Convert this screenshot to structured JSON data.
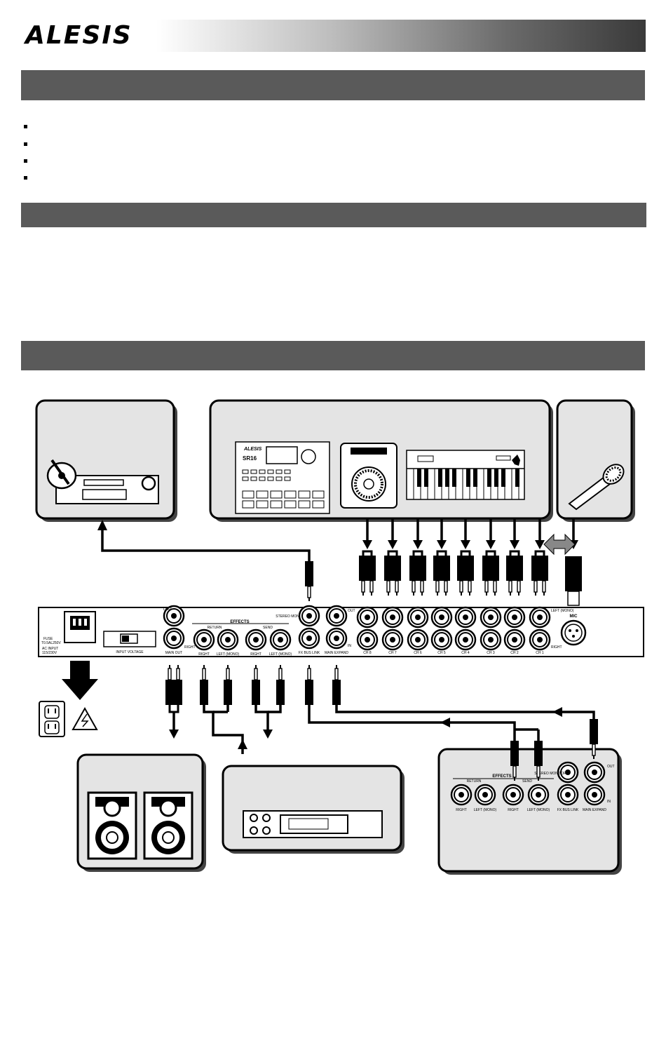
{
  "brand": {
    "logo_text": "ALESIS"
  },
  "sections": [
    {
      "title": ""
    },
    {
      "title": ""
    },
    {
      "title": ""
    }
  ],
  "bullets": 4,
  "mixer": {
    "fuse_label": "FUSE",
    "fuse_rating": "T0.5AL250V",
    "ac_input_label": "AC INPUT",
    "ac_voltage": "115/230V",
    "input_voltage_label": "INPUT VOLTAGE",
    "left_label": "LEFT",
    "right_label": "RIGHT",
    "main_out_label": "MAIN OUT",
    "effects_label": "EFFECTS",
    "return_label": "RETURN",
    "send_label": "SEND",
    "right_jack_label": "RIGHT",
    "left_mono_label": "LEFT (MONO)",
    "stereo_monitor_label": "STEREO MONITOR",
    "out_label": "OUT",
    "in_label": "IN",
    "fx_bus_link_label": "FX BUS LINK",
    "main_expand_label": "MAIN EXPAND",
    "channels": [
      "CH 8",
      "CH 7",
      "CH 6",
      "CH 5",
      "CH 4",
      "CH 3",
      "CH 2",
      "CH 1"
    ],
    "left_mono_ch_label": "LEFT (MONO)",
    "mic_label": "MIC"
  },
  "drum_machine": {
    "logo": "ALESIS",
    "model": "SR16"
  },
  "second_mixer": {
    "effects_label": "EFFECTS",
    "return_label": "RETURN",
    "send_label": "SEND",
    "stereo_monitor_label": "STEREO MONITOR",
    "out_label": "OUT",
    "in_label": "IN",
    "right_label": "RIGHT",
    "left_mono_label": "LEFT (MONO)",
    "right2_label": "RIGHT",
    "left_mono2_label": "LEFT (MONO)",
    "fx_bus_link_label": "FX BUS LINK",
    "main_expand_label": "MAIN EXPAND"
  }
}
